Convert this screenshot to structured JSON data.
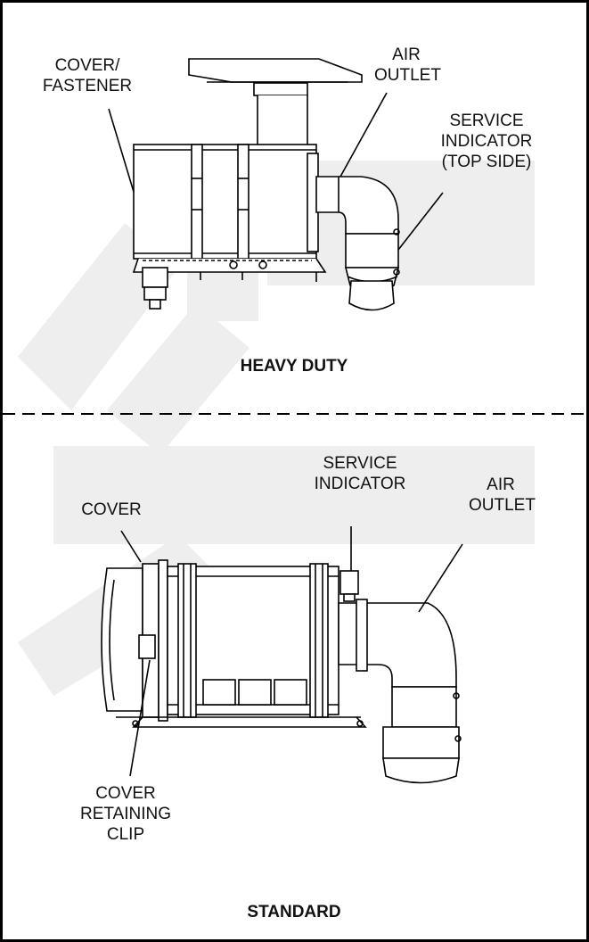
{
  "heavy_duty": {
    "title": "HEAVY DUTY",
    "labels": {
      "cover_fastener": "COVER/\nFASTENER",
      "air_outlet": "AIR\nOUTLET",
      "service_indicator": "SERVICE\nINDICATOR\n(TOP SIDE)"
    }
  },
  "standard": {
    "title": "STANDARD",
    "labels": {
      "cover": "COVER",
      "service_indicator": "SERVICE\nINDICATOR",
      "air_outlet": "AIR\nOUTLET",
      "cover_retaining_clip": "COVER\nRETAINING\nCLIP"
    }
  }
}
